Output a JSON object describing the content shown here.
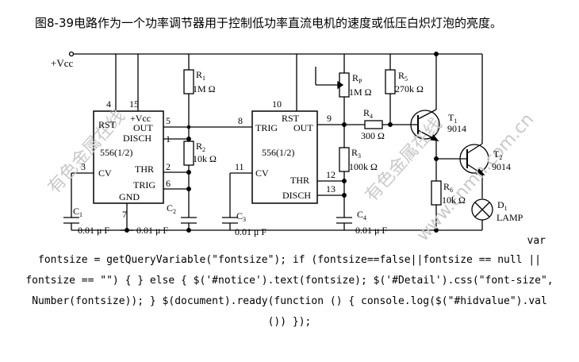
{
  "caption": "图8-39电路作为一个功率调节器用于控制低功率直流电机的速度或低压白炽灯泡的亮度。",
  "diagram": {
    "supply": "+Vcc",
    "ic1": {
      "name": "556(1/2)",
      "pins": {
        "rst": "RST",
        "vcc": "+Vcc",
        "out": "OUT",
        "disch": "DISCH",
        "thr": "THR",
        "trig": "TRIG",
        "cv": "CV",
        "gnd": "GND"
      },
      "pin_numbers": {
        "rst": "4",
        "vcc": "15",
        "out": "5",
        "disch": "1",
        "thr": "2",
        "trig": "6",
        "cv": "3",
        "gnd": "7"
      }
    },
    "ic2": {
      "name": "556(1/2)",
      "pins": {
        "rst": "RST",
        "trig": "TRIG",
        "out": "OUT",
        "cv": "CV",
        "thr": "THR",
        "disch": "DISCH"
      },
      "pin_numbers": {
        "rst": "10",
        "trig": "8",
        "out": "9",
        "cv": "11",
        "thr": "12",
        "disch": "13"
      }
    },
    "components": {
      "r1_name": "R",
      "r1_sub": "1",
      "r1_value": "1M Ω",
      "r2_name": "R",
      "r2_sub": "2",
      "r2_value": "10k Ω",
      "rp_name": "R",
      "rp_sub": "P",
      "rp_value": "1M Ω",
      "r5_name": "R",
      "r5_sub": "5",
      "r5_value": "270k Ω",
      "r4_name": "R",
      "r4_sub": "4",
      "r4_value": "300 Ω",
      "r3_name": "R",
      "r3_sub": "3",
      "r3_value": "100k Ω",
      "r6_name": "R",
      "r6_sub": "6",
      "r6_value": "10k Ω",
      "c1_name": "C",
      "c1_sub": "1",
      "c1_value": "0.01 μ F",
      "c2_name": "C",
      "c2_sub": "2",
      "c2_value": "0.01 μ F",
      "c3_name": "C",
      "c3_sub": "3",
      "c3_value": "0.01 μ F",
      "c4_name": "C",
      "c4_sub": "4",
      "c4_value": "0.01 μ F",
      "t1_name": "T",
      "t1_sub": "1",
      "t1_value": "9014",
      "t2_name": "T",
      "t2_sub": "2",
      "t2_value": "9014",
      "d1_name": "D",
      "d1_sub": "1",
      "d1_value": "LAMP"
    },
    "watermarks": [
      "有色金属在线",
      "有色金属在线",
      "www.cnmn.com.cn"
    ]
  },
  "code": {
    "line1": "var",
    "line2": "fontsize = getQueryVariable(\"fontsize\"); if (fontsize==false||fontsize == null ||",
    "line3": "fontsize == \"\") { } else { $('#notice').text(fontsize); $('#Detail').css(\"font-size\",",
    "line4": "Number(fontsize)); } $(document).ready(function () { console.log($(\"#hidvalue\").val",
    "line5": "()) });"
  }
}
